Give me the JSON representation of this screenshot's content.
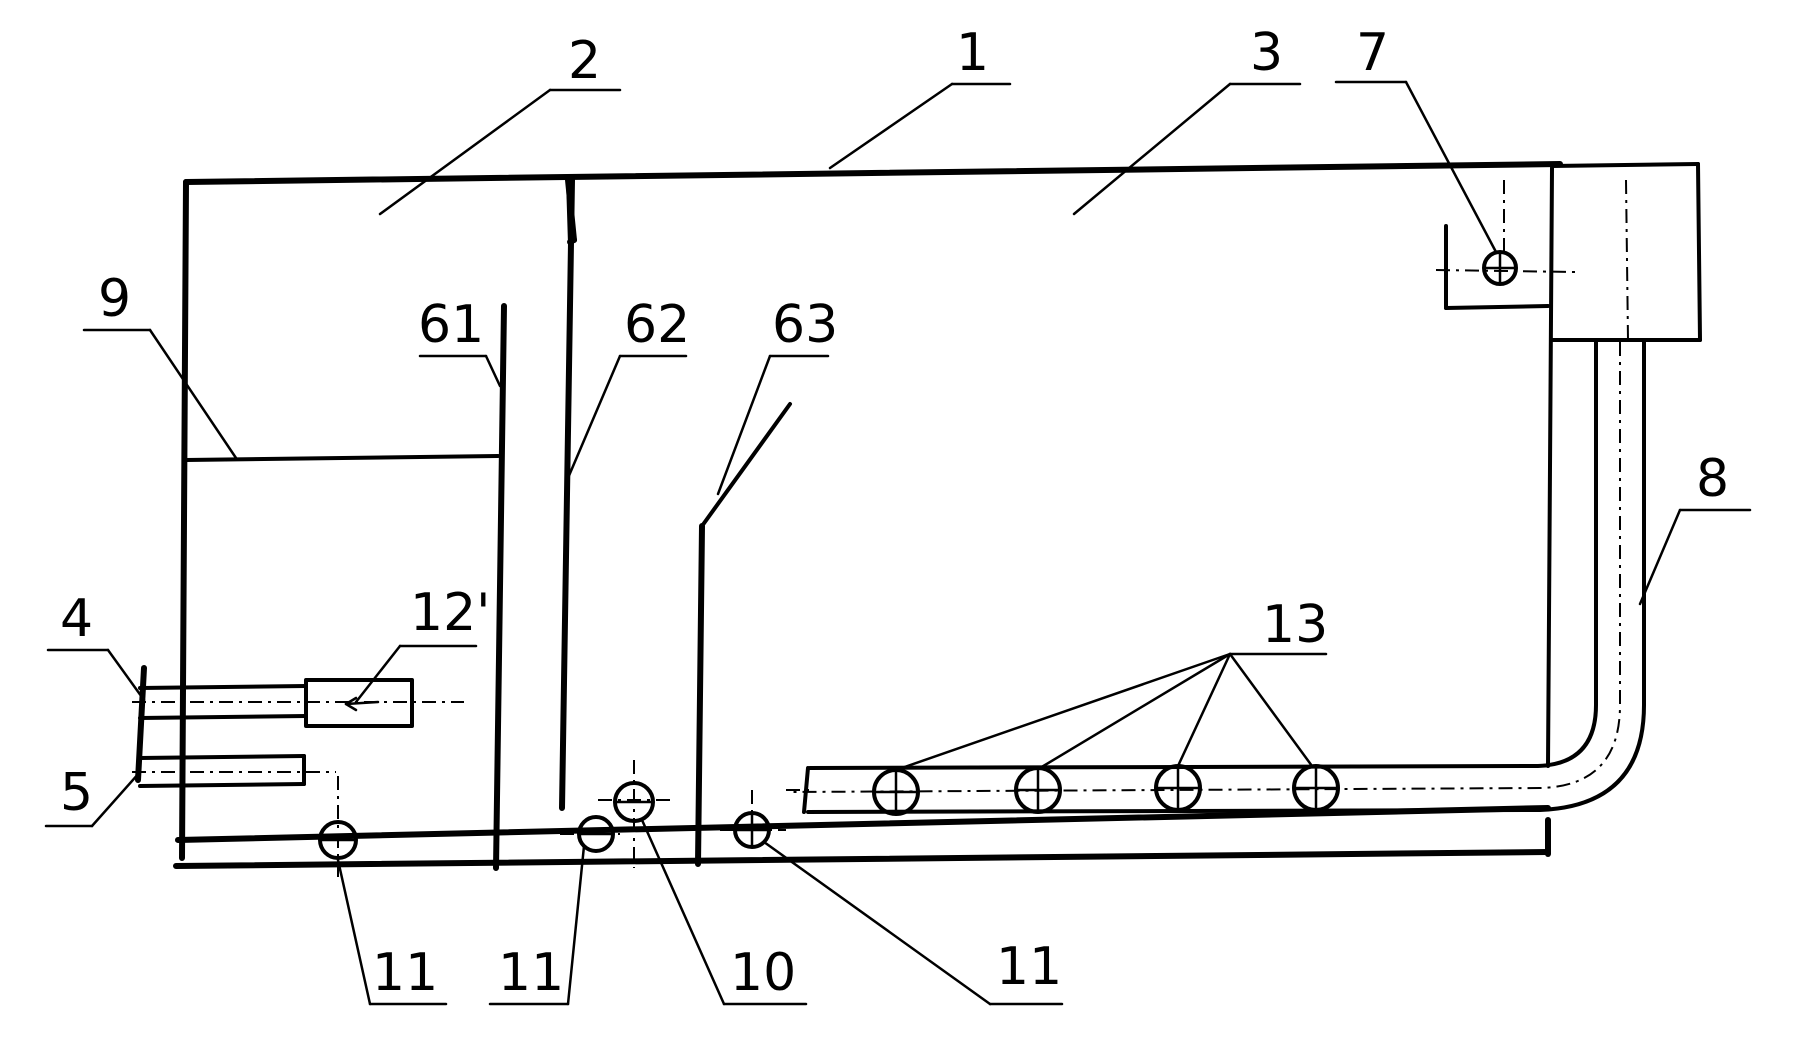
{
  "labels": {
    "tank": "1",
    "chamber_left": "2",
    "chamber_right": "3",
    "inlet_pipe": "4",
    "outlet_pipe": "5",
    "baffle_a": "61",
    "baffle_b": "62",
    "baffle_c": "63",
    "valve_top": "7",
    "riser_pipe": "8",
    "plate": "9",
    "drain": "10",
    "valve_a": "11",
    "valve_b": "11",
    "valve_c": "11",
    "nozzle": "12'",
    "aerators": "13"
  }
}
